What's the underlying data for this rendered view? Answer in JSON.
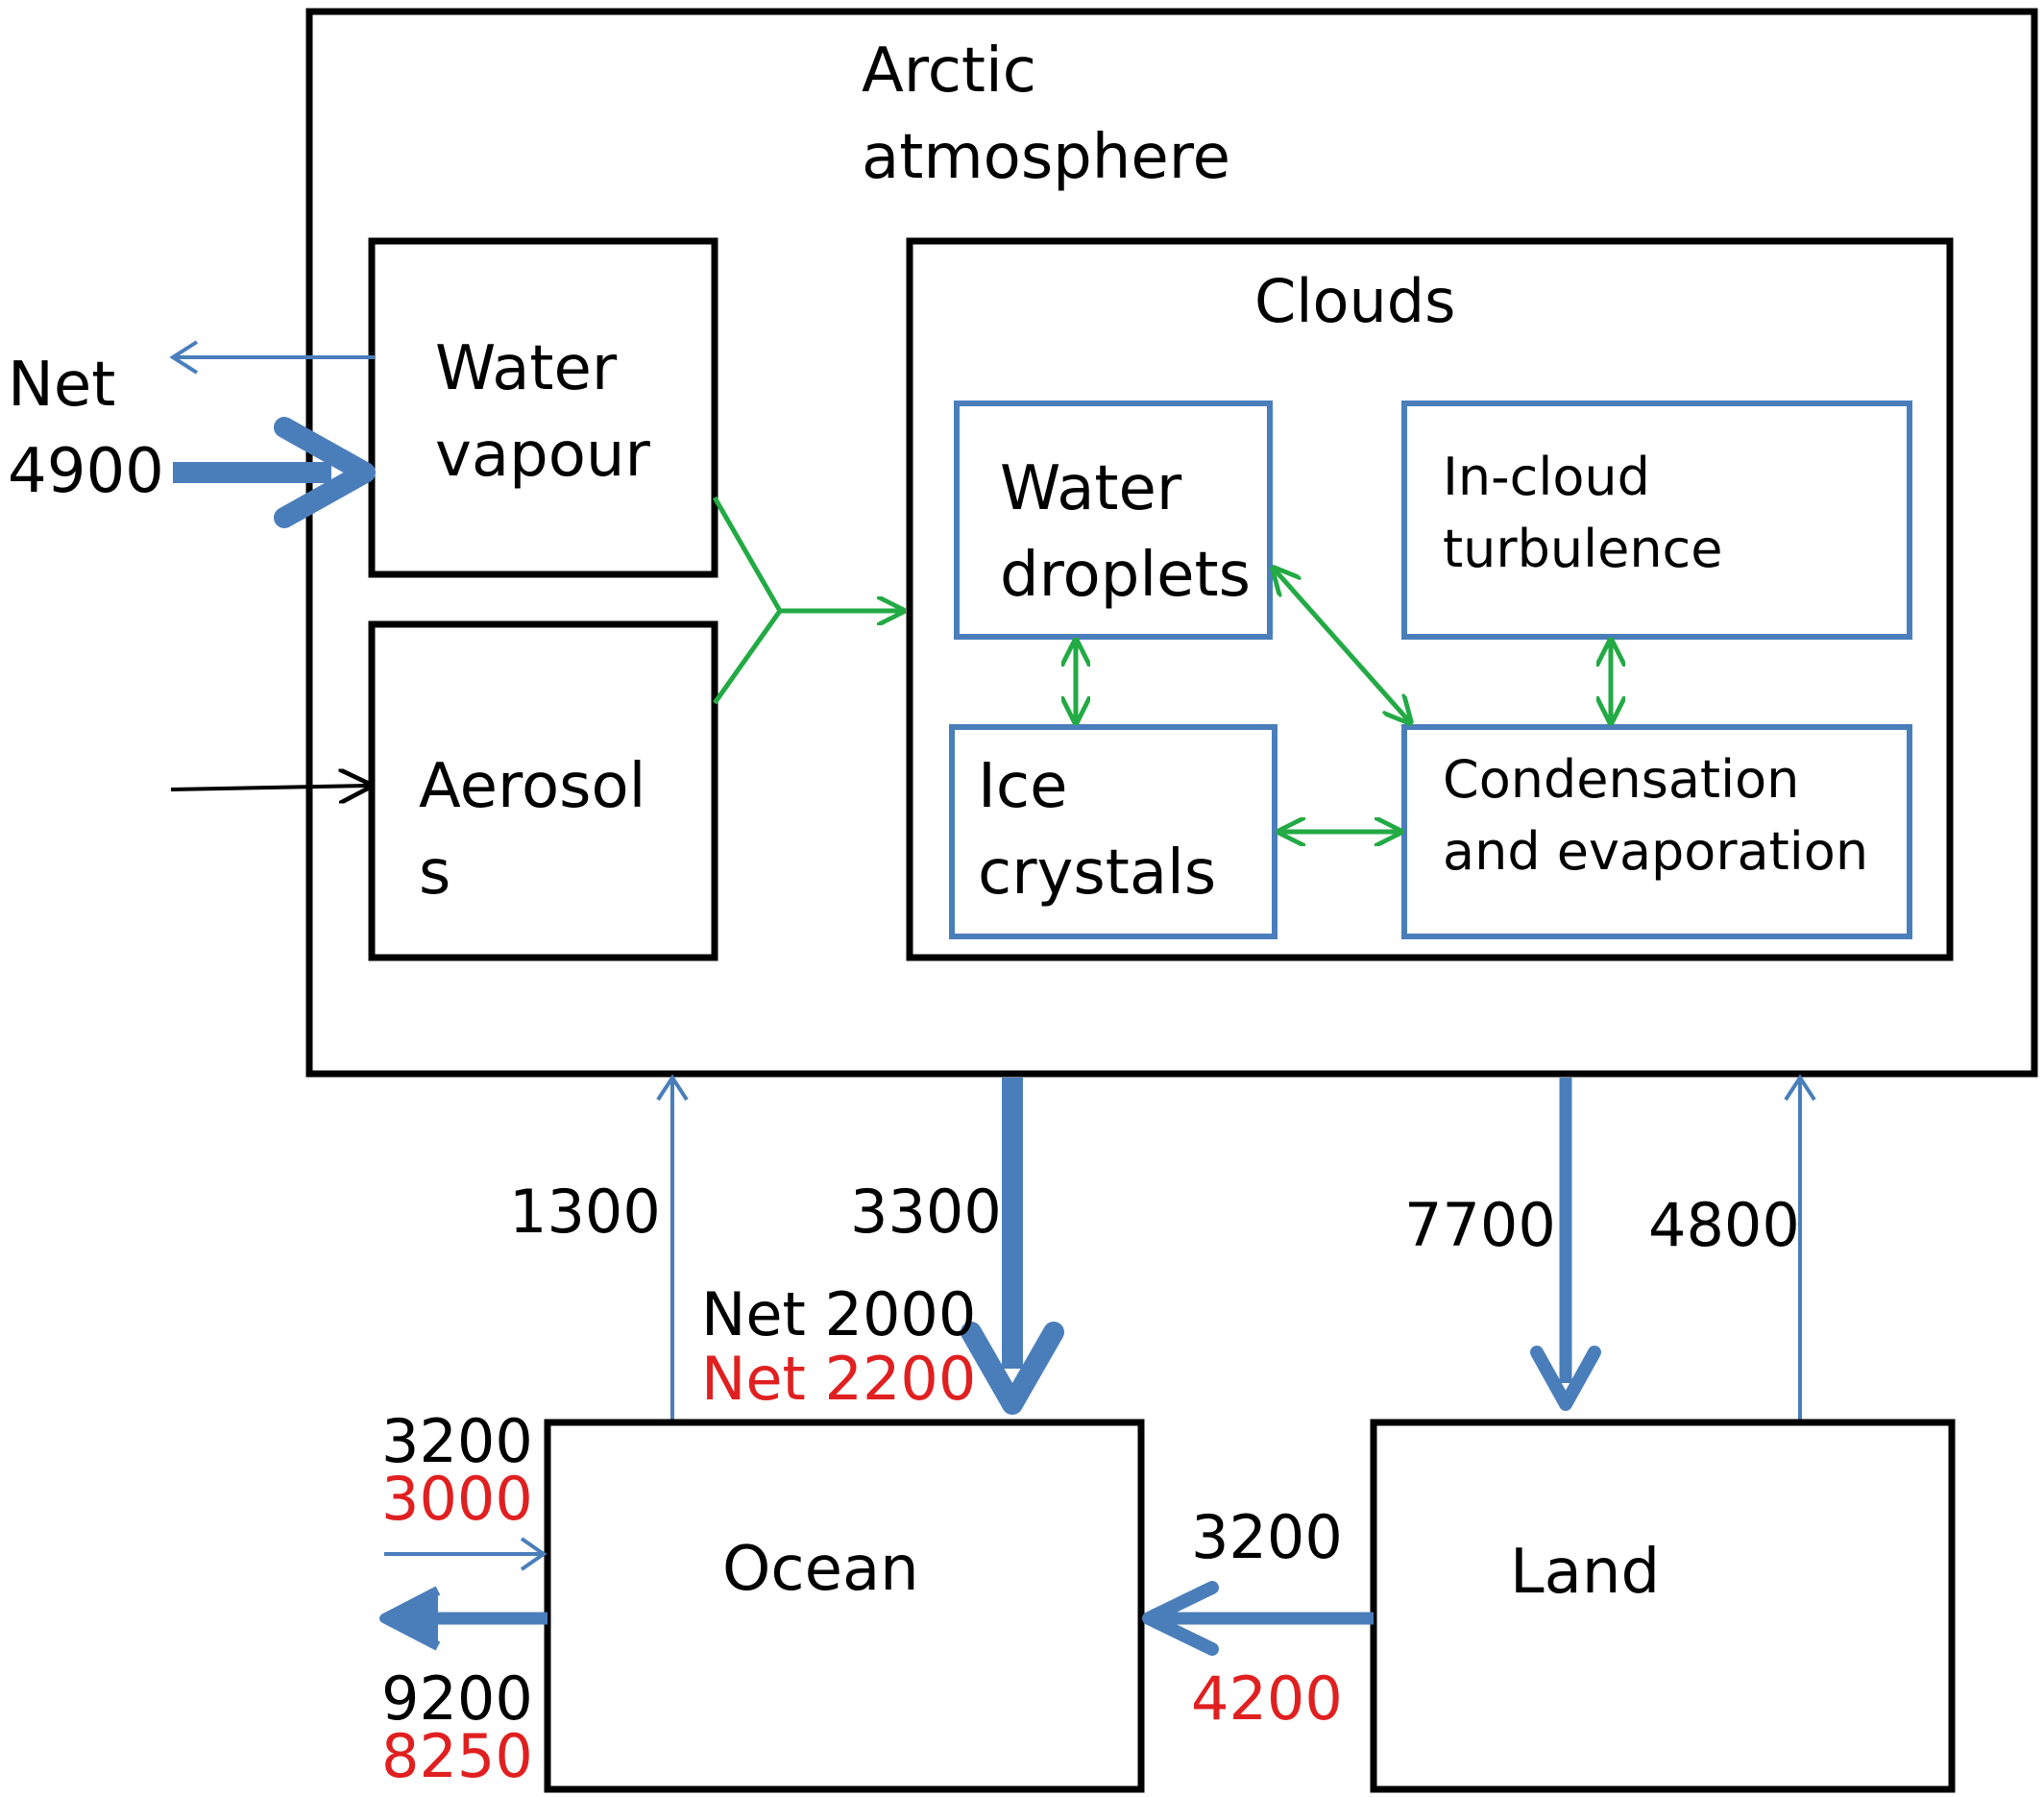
{
  "atmosphere": {
    "title_line1": "Arctic",
    "title_line2": "atmosphere"
  },
  "water_vapour": {
    "line1": "Water",
    "line2": "vapour"
  },
  "aerosols": {
    "line1": "Aerosol",
    "line2": "s"
  },
  "clouds": {
    "title": "Clouds",
    "water_droplets": {
      "line1": "Water",
      "line2": "droplets"
    },
    "in_cloud_turbulence": {
      "line1": "In-cloud",
      "line2": "turbulence"
    },
    "ice_crystals": {
      "line1": "Ice",
      "line2": "crystals"
    },
    "condensation": {
      "line1": "Condensation",
      "line2": "and evaporation"
    }
  },
  "net_input": {
    "label": "Net",
    "value": "4900"
  },
  "fluxes": {
    "ocean_up": "1300",
    "ocean_down": "3300",
    "ocean_net_black": "Net 2000",
    "ocean_net_red": "Net 2200",
    "land_down": "7700",
    "land_up": "4800",
    "ocean_in_black": "3200",
    "ocean_in_red": "3000",
    "ocean_out_black": "9200",
    "ocean_out_red": "8250",
    "land_to_ocean_black": "3200",
    "land_to_ocean_red": "4200"
  },
  "ocean": {
    "label": "Ocean"
  },
  "land": {
    "label": "Land"
  },
  "colors": {
    "blue": "#4a7ebb",
    "green": "#22aa44",
    "red": "#e02020",
    "black": "#000000"
  }
}
